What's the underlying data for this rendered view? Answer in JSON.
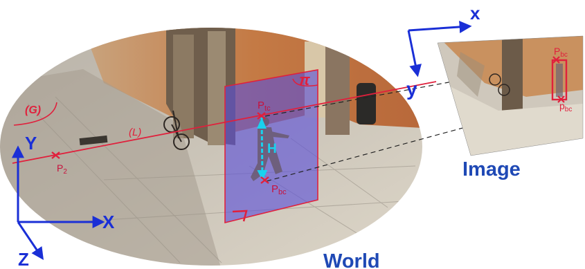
{
  "captions": {
    "world": "World",
    "image": "Image"
  },
  "world_axes": {
    "x": "X",
    "y": "Y",
    "z": "Z"
  },
  "image_axes": {
    "x": "x",
    "y": "y"
  },
  "labels": {
    "plane": "π",
    "ground": "(G)",
    "line": "(L)",
    "height": "H",
    "point_p2_base": "P",
    "point_p2_sub": "2",
    "point_top_base": "P",
    "point_top_sub": "tc",
    "point_bottom_base": "P",
    "point_bottom_sub": "bc",
    "image_top_base": "P",
    "image_top_sub": "bc",
    "image_bottom_base": "p",
    "image_bottom_sub": "bc"
  },
  "colors": {
    "axis_blue": "#1a2fd6",
    "caption_blue": "#1f49b5",
    "red": "#e0203c",
    "plane_fill": "#5a4fd8",
    "height_cyan": "#19d2ee"
  }
}
